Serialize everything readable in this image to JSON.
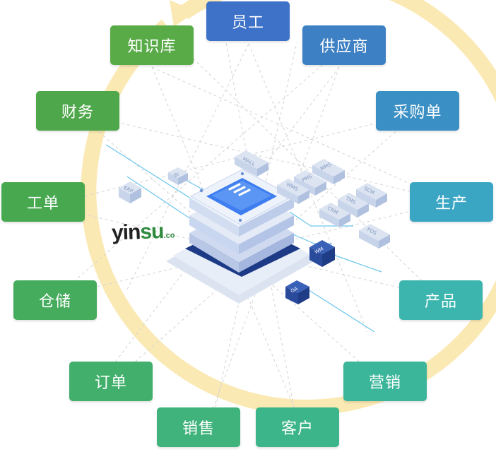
{
  "nodes": [
    {
      "id": "employee",
      "label": "员工",
      "color": "#3d72c8"
    },
    {
      "id": "supplier",
      "label": "供应商",
      "color": "#3d80c4"
    },
    {
      "id": "purchase-order",
      "label": "采购单",
      "color": "#3a8fc4"
    },
    {
      "id": "production",
      "label": "生产",
      "color": "#3ba6c4"
    },
    {
      "id": "product",
      "label": "产品",
      "color": "#3bb5ae"
    },
    {
      "id": "marketing",
      "label": "营销",
      "color": "#3cb69a"
    },
    {
      "id": "customer",
      "label": "客户",
      "color": "#3cb58a"
    },
    {
      "id": "sales",
      "label": "销售",
      "color": "#3fb37b"
    },
    {
      "id": "order",
      "label": "订单",
      "color": "#42b06c"
    },
    {
      "id": "warehouse",
      "label": "仓储",
      "color": "#45ac5d"
    },
    {
      "id": "work-order",
      "label": "工单",
      "color": "#48a850"
    },
    {
      "id": "finance",
      "label": "财务",
      "color": "#4ea74a"
    },
    {
      "id": "knowledge-base",
      "label": "知识库",
      "color": "#58ab47"
    }
  ],
  "modules": [
    "MALL",
    "PMS",
    "MMS",
    "WMS",
    "SCM",
    "TMS",
    "CRM",
    "POS",
    "BI",
    "ERP",
    "WM",
    "OA"
  ],
  "logo": {
    "text_dark": "yin",
    "text_green": "su",
    "suffix": ".co"
  },
  "colors": {
    "ring": "#fbe9b4",
    "server_top": "#3e7ef0",
    "server_body": "#eef3fb",
    "module": "#c7d4ea"
  }
}
